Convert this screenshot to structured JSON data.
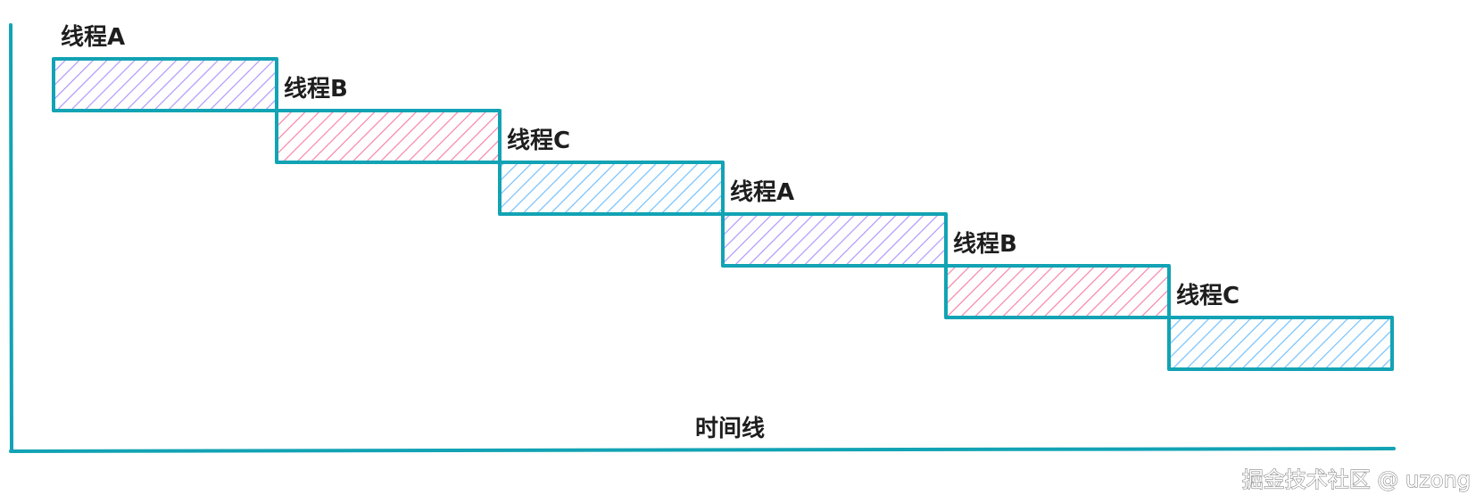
{
  "diagram": {
    "type": "thread-timeline",
    "slices": [
      {
        "thread": "线程A",
        "color": "#b197fc"
      },
      {
        "thread": "线程B",
        "color": "#f783ac"
      },
      {
        "thread": "线程C",
        "color": "#74c0fc"
      },
      {
        "thread": "线程A",
        "color": "#b197fc"
      },
      {
        "thread": "线程B",
        "color": "#f783ac"
      },
      {
        "thread": "线程C",
        "color": "#74c0fc"
      }
    ],
    "axis_label": "时间线",
    "border_color": "#12a3b4",
    "watermark": "掘金技术社区 @ uzong"
  }
}
